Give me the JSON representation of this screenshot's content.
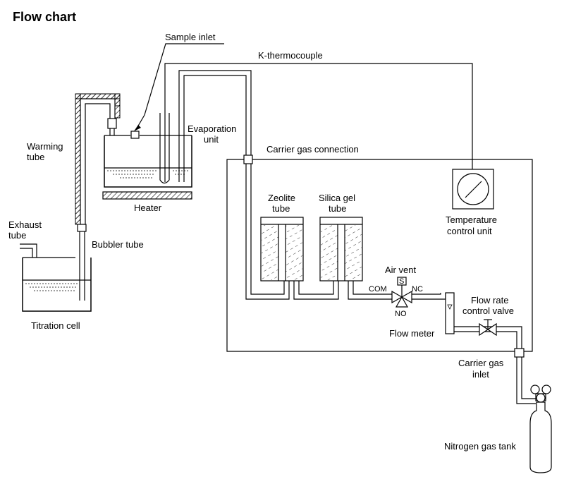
{
  "title": "Flow chart",
  "labels": {
    "sample_inlet": "Sample inlet",
    "k_thermocouple": "K-thermocouple",
    "warming_tube_1": "Warming",
    "warming_tube_2": "tube",
    "evaporation_unit_1": "Evaporation",
    "evaporation_unit_2": "unit",
    "carrier_gas_connection": "Carrier gas connection",
    "heater": "Heater",
    "exhaust_tube_1": "Exhaust",
    "exhaust_tube_2": "tube",
    "bubbler_tube": "Bubbler tube",
    "titration_cell": "Titration cell",
    "zeolite_tube_1": "Zeolite",
    "zeolite_tube_2": "tube",
    "silica_gel_tube_1": "Silica gel",
    "silica_gel_tube_2": "tube",
    "temperature_control_unit_1": "Temperature",
    "temperature_control_unit_2": "control unit",
    "air_vent": "Air vent",
    "valve_s": "S",
    "com": "COM",
    "nc": "NC",
    "no": "NO",
    "flow_rate_control_valve_1": "Flow rate",
    "flow_rate_control_valve_2": "control valve",
    "flow_meter": "Flow meter",
    "carrier_gas_inlet_1": "Carrier gas",
    "carrier_gas_inlet_2": "inlet",
    "nitrogen_gas_tank": "Nitrogen gas tank"
  }
}
